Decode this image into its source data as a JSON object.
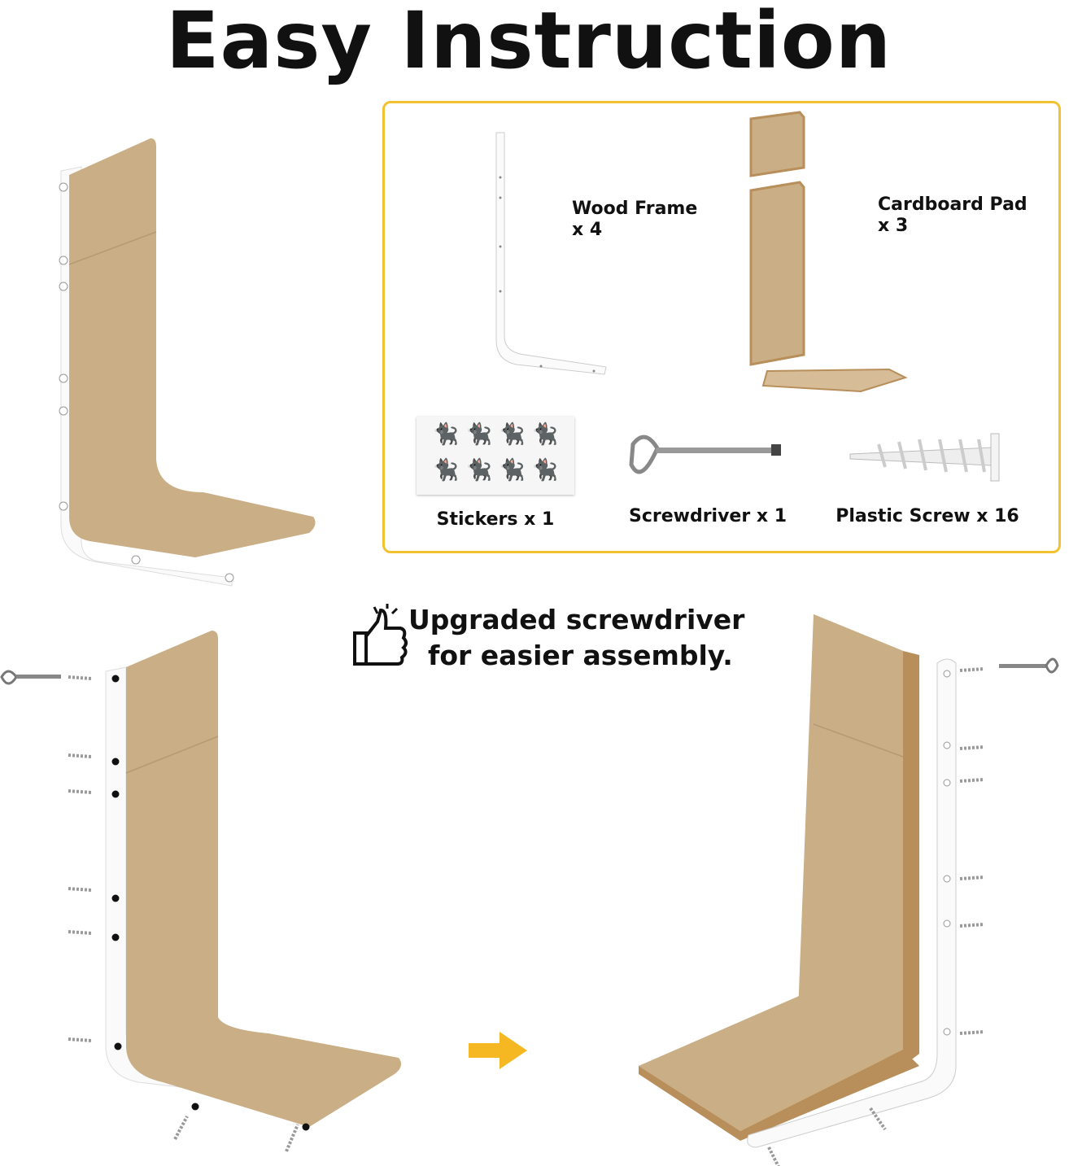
{
  "title": "Easy Instruction",
  "parts": [
    {
      "name": "Wood Frame",
      "qty": "x 4"
    },
    {
      "name": "Cardboard Pad",
      "qty": "x 3"
    },
    {
      "name": "Stickers x 1"
    },
    {
      "name": "Screwdriver x 1"
    },
    {
      "name": "Plastic Screw x 16"
    }
  ],
  "upgrade": {
    "line1": "Upgraded screwdriver",
    "line2": "for easier assembly."
  },
  "colors": {
    "accent": "#f2c230",
    "arrow": "#f5b822",
    "cardboard": "#c9ae86",
    "wood_edge": "#b88e5a"
  }
}
